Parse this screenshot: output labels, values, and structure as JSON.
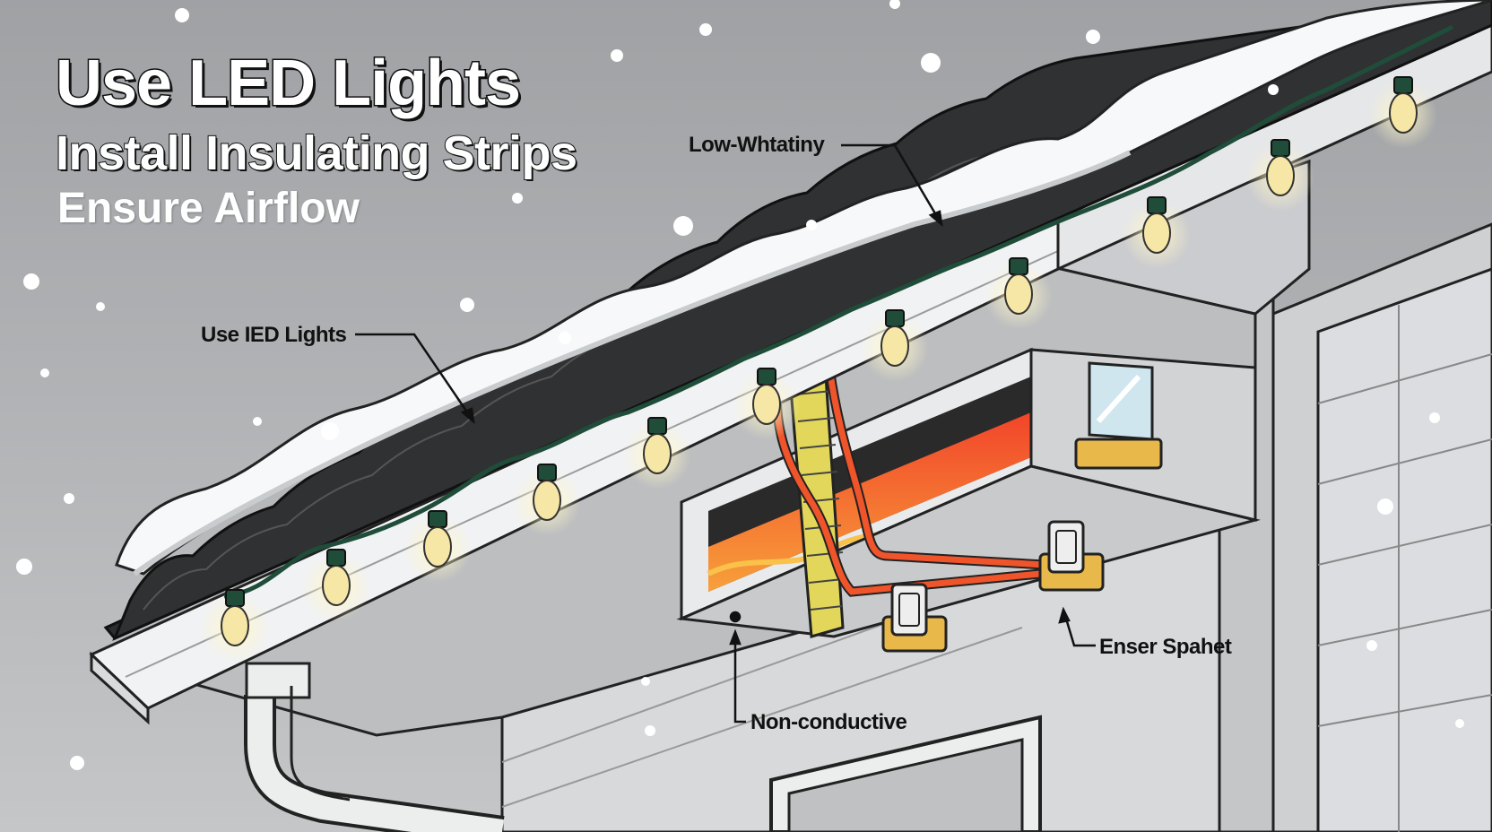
{
  "titles": {
    "line1": "Use LED Lights",
    "line2": "Install Insulating Strips",
    "line3": "Ensure Airflow"
  },
  "callouts": {
    "low_wattage": "Low-Whtatiny",
    "led_lights": "Use IED Lights",
    "enser_spanet": "Enser Spahet",
    "non_conductive": "Non-conductive"
  },
  "colors": {
    "sky": "#a9abae",
    "snow": "#f7f8f9",
    "roof": "#2b2d2e",
    "wire": "#1f4d3a",
    "bulb": "#f6e7a6",
    "heat": "#f0542a",
    "insulation": "#e2d75a",
    "bracket": "#e8b84a"
  }
}
